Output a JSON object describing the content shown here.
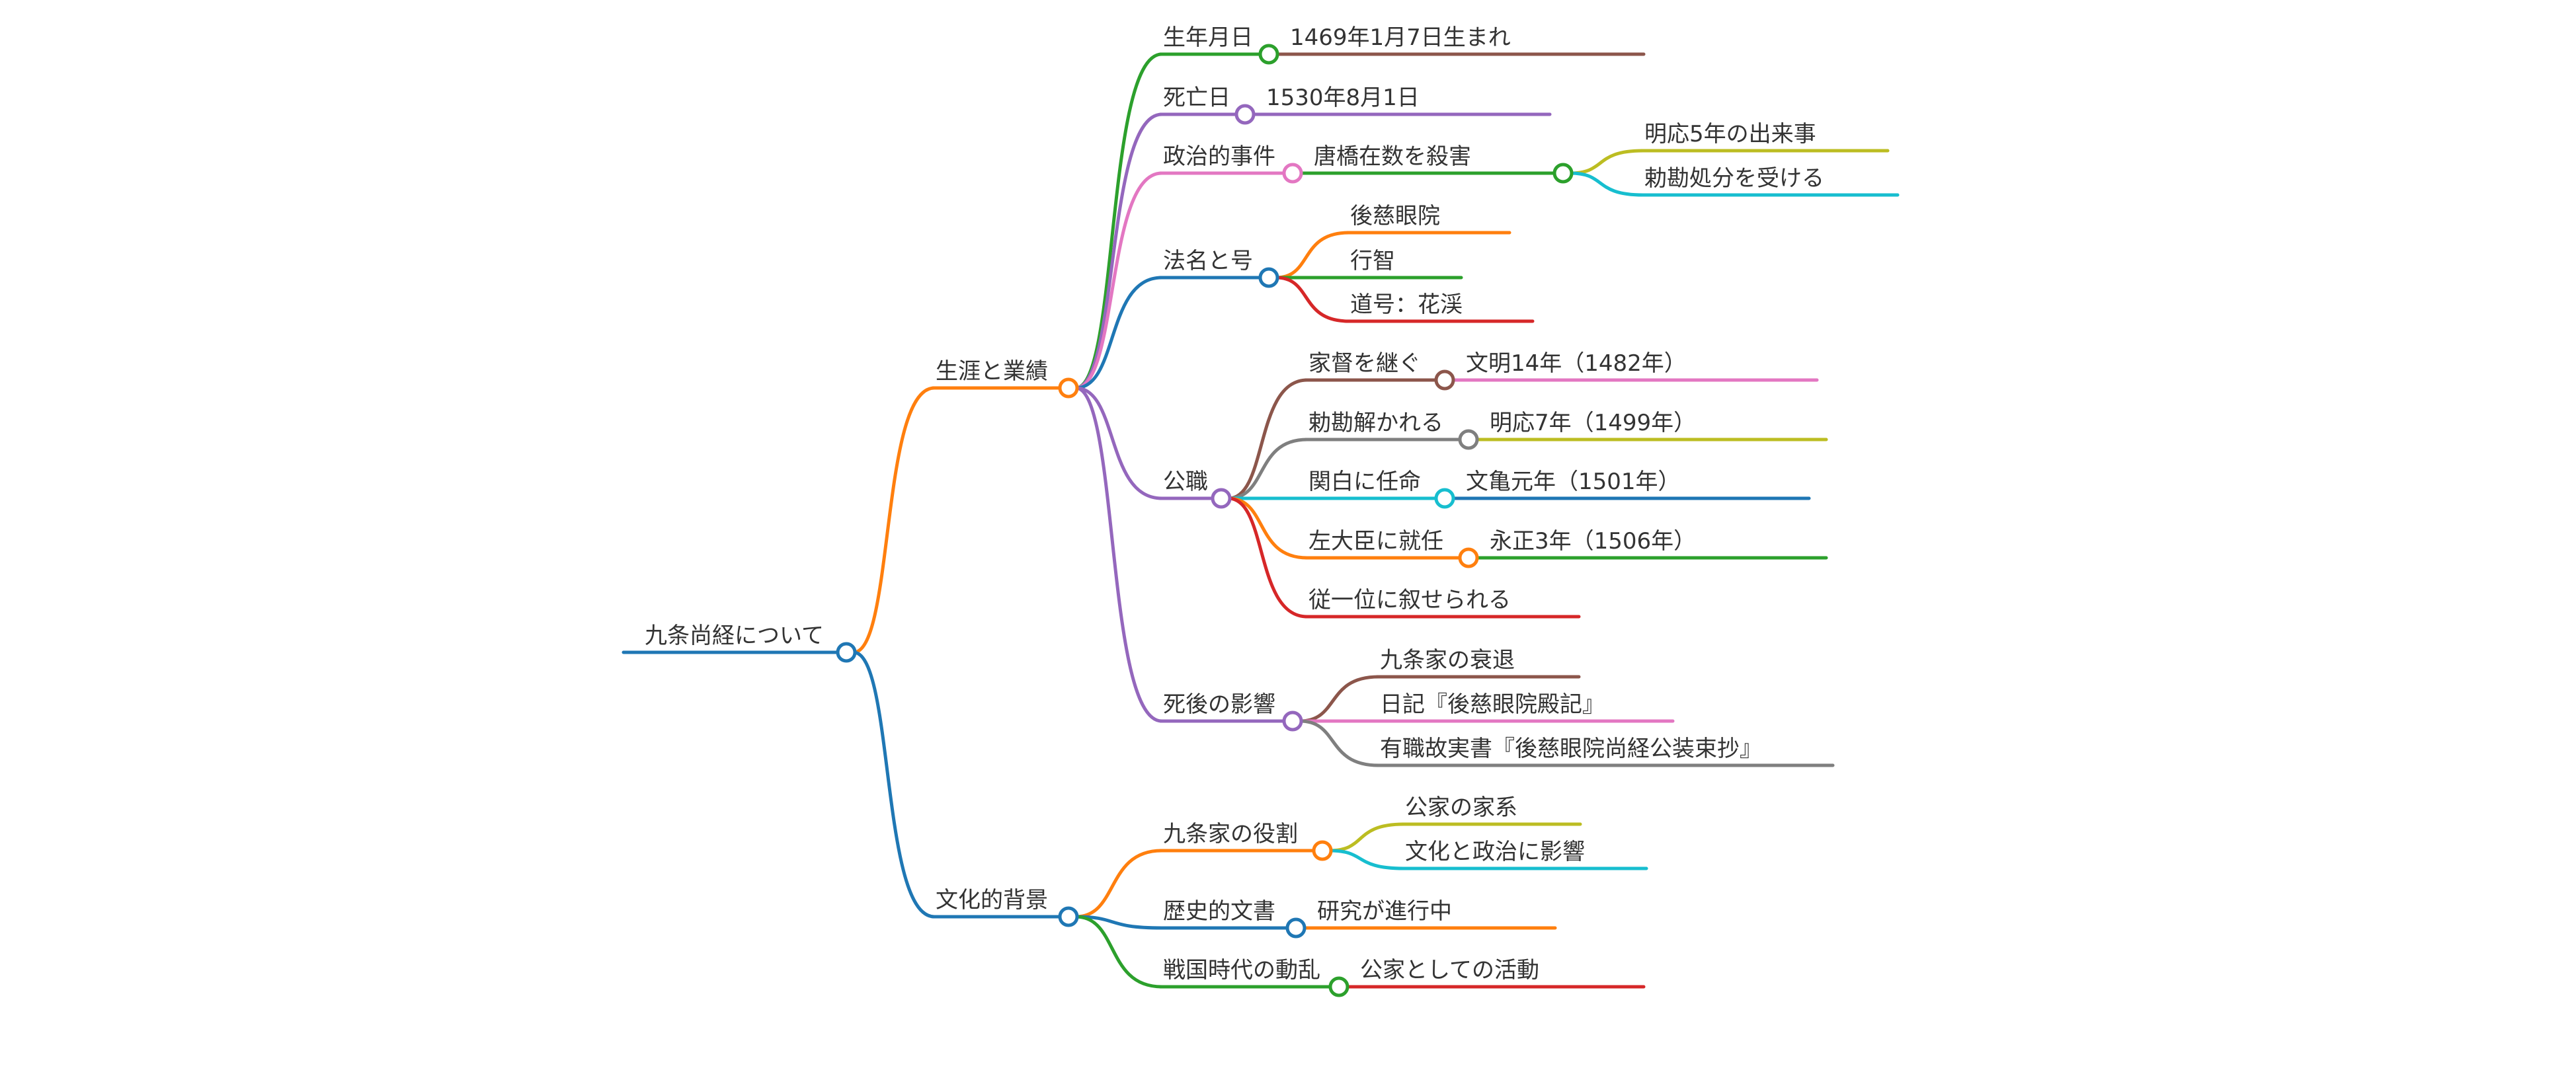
{
  "title": "九条尚経について",
  "colors": {
    "text": "#333333",
    "blue": "#1f77b4",
    "orange": "#ff7f0e",
    "green": "#2ca02c",
    "red": "#d62728",
    "purple": "#9467bd",
    "brown": "#8c564b",
    "pink": "#e377c2",
    "gray": "#7f7f7f",
    "olive": "#bcbd22",
    "cyan": "#17becf"
  },
  "mindmap": {
    "root": {
      "label": "九条尚経について",
      "color": "blue",
      "children": [
        {
          "label": "生涯と業績",
          "color": "orange",
          "children": [
            {
              "label": "生年月日",
              "color": "green",
              "children": [
                {
                  "label": "1469年1月7日生まれ",
                  "color": "brown",
                  "children": []
                }
              ]
            },
            {
              "label": "死亡日",
              "color": "purple",
              "children": [
                {
                  "label": "1530年8月1日",
                  "color": "purple",
                  "children": []
                }
              ]
            },
            {
              "label": "政治的事件",
              "color": "pink",
              "children": [
                {
                  "label": "唐橋在数を殺害",
                  "color": "green",
                  "children": [
                    {
                      "label": "明応5年の出来事",
                      "color": "olive",
                      "children": []
                    },
                    {
                      "label": "勅勘処分を受ける",
                      "color": "cyan",
                      "children": []
                    }
                  ]
                }
              ]
            },
            {
              "label": "法名と号",
              "color": "blue",
              "children": [
                {
                  "label": "後慈眼院",
                  "color": "orange",
                  "children": []
                },
                {
                  "label": "行智",
                  "color": "green",
                  "children": []
                },
                {
                  "label": "道号：花渓",
                  "color": "red",
                  "children": []
                }
              ]
            },
            {
              "label": "公職",
              "color": "purple",
              "children": [
                {
                  "label": "家督を継ぐ",
                  "color": "brown",
                  "children": [
                    {
                      "label": "文明14年（1482年）",
                      "color": "pink",
                      "children": []
                    }
                  ]
                },
                {
                  "label": "勅勘解かれる",
                  "color": "gray",
                  "children": [
                    {
                      "label": "明応7年（1499年）",
                      "color": "olive",
                      "children": []
                    }
                  ]
                },
                {
                  "label": "関白に任命",
                  "color": "cyan",
                  "children": [
                    {
                      "label": "文亀元年（1501年）",
                      "color": "blue",
                      "children": []
                    }
                  ]
                },
                {
                  "label": "左大臣に就任",
                  "color": "orange",
                  "children": [
                    {
                      "label": "永正3年（1506年）",
                      "color": "green",
                      "children": []
                    }
                  ]
                },
                {
                  "label": "従一位に叙せられる",
                  "color": "red",
                  "children": []
                }
              ]
            },
            {
              "label": "死後の影響",
              "color": "purple",
              "children": [
                {
                  "label": "九条家の衰退",
                  "color": "brown",
                  "children": []
                },
                {
                  "label": "日記『後慈眼院殿記』",
                  "color": "pink",
                  "children": []
                },
                {
                  "label": "有職故実書『後慈眼院尚経公装束抄』",
                  "color": "gray",
                  "children": []
                }
              ]
            }
          ]
        },
        {
          "label": "文化的背景",
          "color": "blue",
          "children": [
            {
              "label": "九条家の役割",
              "color": "orange",
              "children": [
                {
                  "label": "公家の家系",
                  "color": "olive",
                  "children": []
                },
                {
                  "label": "文化と政治に影響",
                  "color": "cyan",
                  "children": []
                }
              ]
            },
            {
              "label": "歴史的文書",
              "color": "blue",
              "children": [
                {
                  "label": "研究が進行中",
                  "color": "orange",
                  "children": []
                }
              ]
            },
            {
              "label": "戦国時代の動乱",
              "color": "green",
              "children": [
                {
                  "label": "公家としての活動",
                  "color": "red",
                  "children": []
                }
              ]
            }
          ]
        }
      ]
    }
  }
}
